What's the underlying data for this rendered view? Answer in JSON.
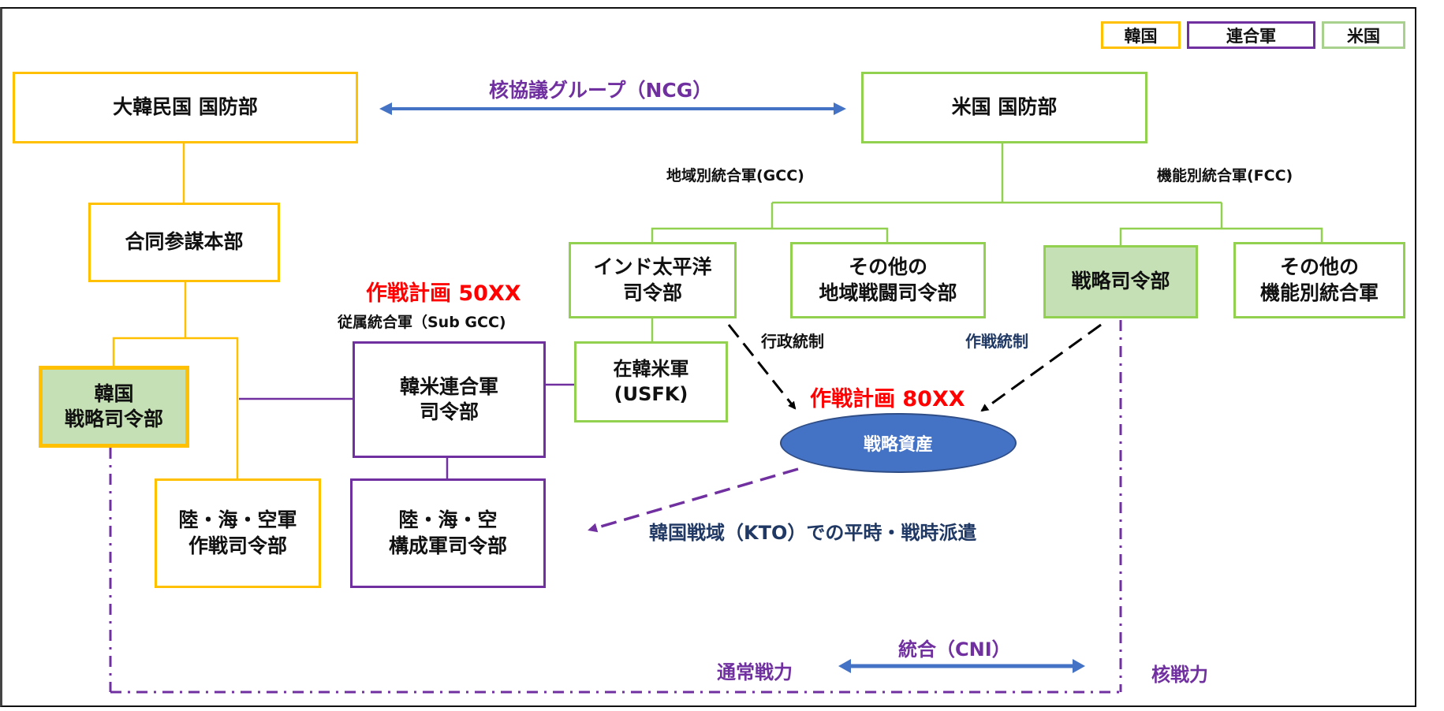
{
  "legend": [
    {
      "label": "韓国",
      "color": "#ffc000"
    },
    {
      "label": "連合軍",
      "color": "#7030a0"
    },
    {
      "label": "米国",
      "color": "#92d050"
    }
  ],
  "nodes": {
    "rok_mnd": "大韓民国 国防部",
    "us_dod": "米国 国防部",
    "rok_jcs": "合同参謀本部",
    "indopacom": [
      "インド太平洋",
      "司令部"
    ],
    "other_gcc": [
      "その他の",
      "地域戦闘司令部"
    ],
    "stratcom": "戦略司令部",
    "other_fcc": [
      "その他の",
      "機能別統合軍"
    ],
    "cfc": [
      "韓米連合軍",
      "司令部"
    ],
    "usfk": [
      "在韓米軍",
      "(USFK)"
    ],
    "rok_stratcom": [
      "韓国",
      "戦略司令部"
    ],
    "rok_service_ops": [
      "陸・海・空軍",
      "作戦司令部"
    ],
    "component_cmds": [
      "陸・海・空",
      "構成軍司令部"
    ],
    "strategic_assets": "戦略資産"
  },
  "labels": {
    "ncg": "核協議グループ（NCG）",
    "gcc": "地域別統合軍(GCC)",
    "fcc": "機能別統合軍(FCC)",
    "oplan_50xx": "作戦計画 50XX",
    "sub_gcc": "従属統合軍（Sub GCC)",
    "admin_control": "行政統制",
    "op_control": "作戦統制",
    "oplan_80xx": "作戦計画 80XX",
    "kto_deploy": "韓国戦域（KTO）での平時・戦時派遣",
    "cni": "統合（CNI）",
    "conventional": "通常戦力",
    "nuclear": "核戦力"
  },
  "colors": {
    "korea": "#ffc000",
    "combined": "#7030a0",
    "us": "#92d050",
    "us_fill": "#c5e0b4",
    "arrow_blue": "#4472c4",
    "oplan_red": "#ff0000",
    "navy_text": "#1f3864",
    "purple_text": "#7030a0"
  }
}
